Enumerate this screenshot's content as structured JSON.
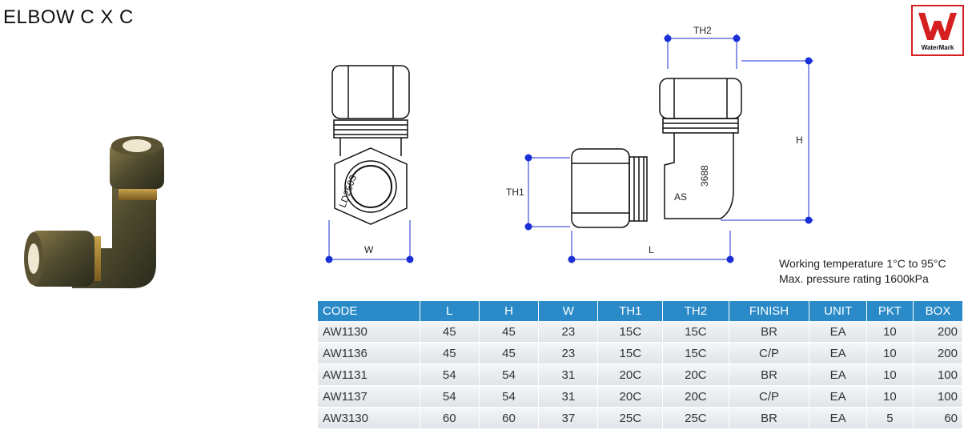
{
  "page": {
    "title": "ELBOW C X C"
  },
  "logo": {
    "text": "WaterMark",
    "accent_color": "#d62020"
  },
  "drawing": {
    "left_labels": {
      "width": "W",
      "marking": "LD2503"
    },
    "right_labels": {
      "th1": "TH1",
      "th2": "TH2",
      "height": "H",
      "length": "L",
      "marking_brand": "AS",
      "marking_standard": "3688"
    },
    "dimension_color": "#1a2fd6"
  },
  "specs": {
    "line1": "Working temperature 1°C to 95°C",
    "line2": "Max. pressure rating 1600kPa"
  },
  "table": {
    "header_color": "#2a8ac8",
    "columns": [
      "CODE",
      "L",
      "H",
      "W",
      "TH1",
      "TH2",
      "FINISH",
      "UNIT",
      "PKT",
      "BOX"
    ],
    "rows": [
      [
        "AW1130",
        "45",
        "45",
        "23",
        "15C",
        "15C",
        "BR",
        "EA",
        "10",
        "200"
      ],
      [
        "AW1136",
        "45",
        "45",
        "23",
        "15C",
        "15C",
        "C/P",
        "EA",
        "10",
        "200"
      ],
      [
        "AW1131",
        "54",
        "54",
        "31",
        "20C",
        "20C",
        "BR",
        "EA",
        "10",
        "100"
      ],
      [
        "AW1137",
        "54",
        "54",
        "31",
        "20C",
        "20C",
        "C/P",
        "EA",
        "10",
        "100"
      ],
      [
        "AW3130",
        "60",
        "60",
        "37",
        "25C",
        "25C",
        "BR",
        "EA",
        "5",
        "60"
      ]
    ]
  }
}
